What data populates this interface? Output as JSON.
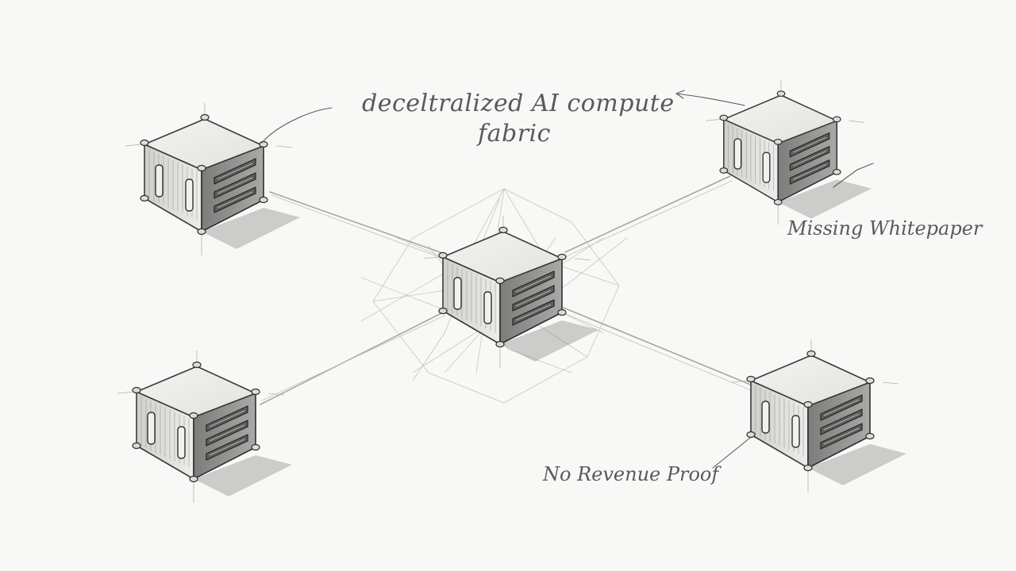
{
  "diagram": {
    "title_line1": "deceltralized AI compute",
    "title_line2": "fabric",
    "annotations": {
      "top_right": "Missing Whitepaper",
      "bottom_right": "No Revenue Proof"
    },
    "colors": {
      "background": "#f8f8f6",
      "ink": "#3a3a3a",
      "ink_light": "#9a9a9a",
      "shadow": "#6e6e6e"
    },
    "nodes": [
      {
        "id": "top-left-server"
      },
      {
        "id": "top-right-server"
      },
      {
        "id": "center-server"
      },
      {
        "id": "bottom-left-server"
      },
      {
        "id": "bottom-right-server"
      }
    ]
  }
}
